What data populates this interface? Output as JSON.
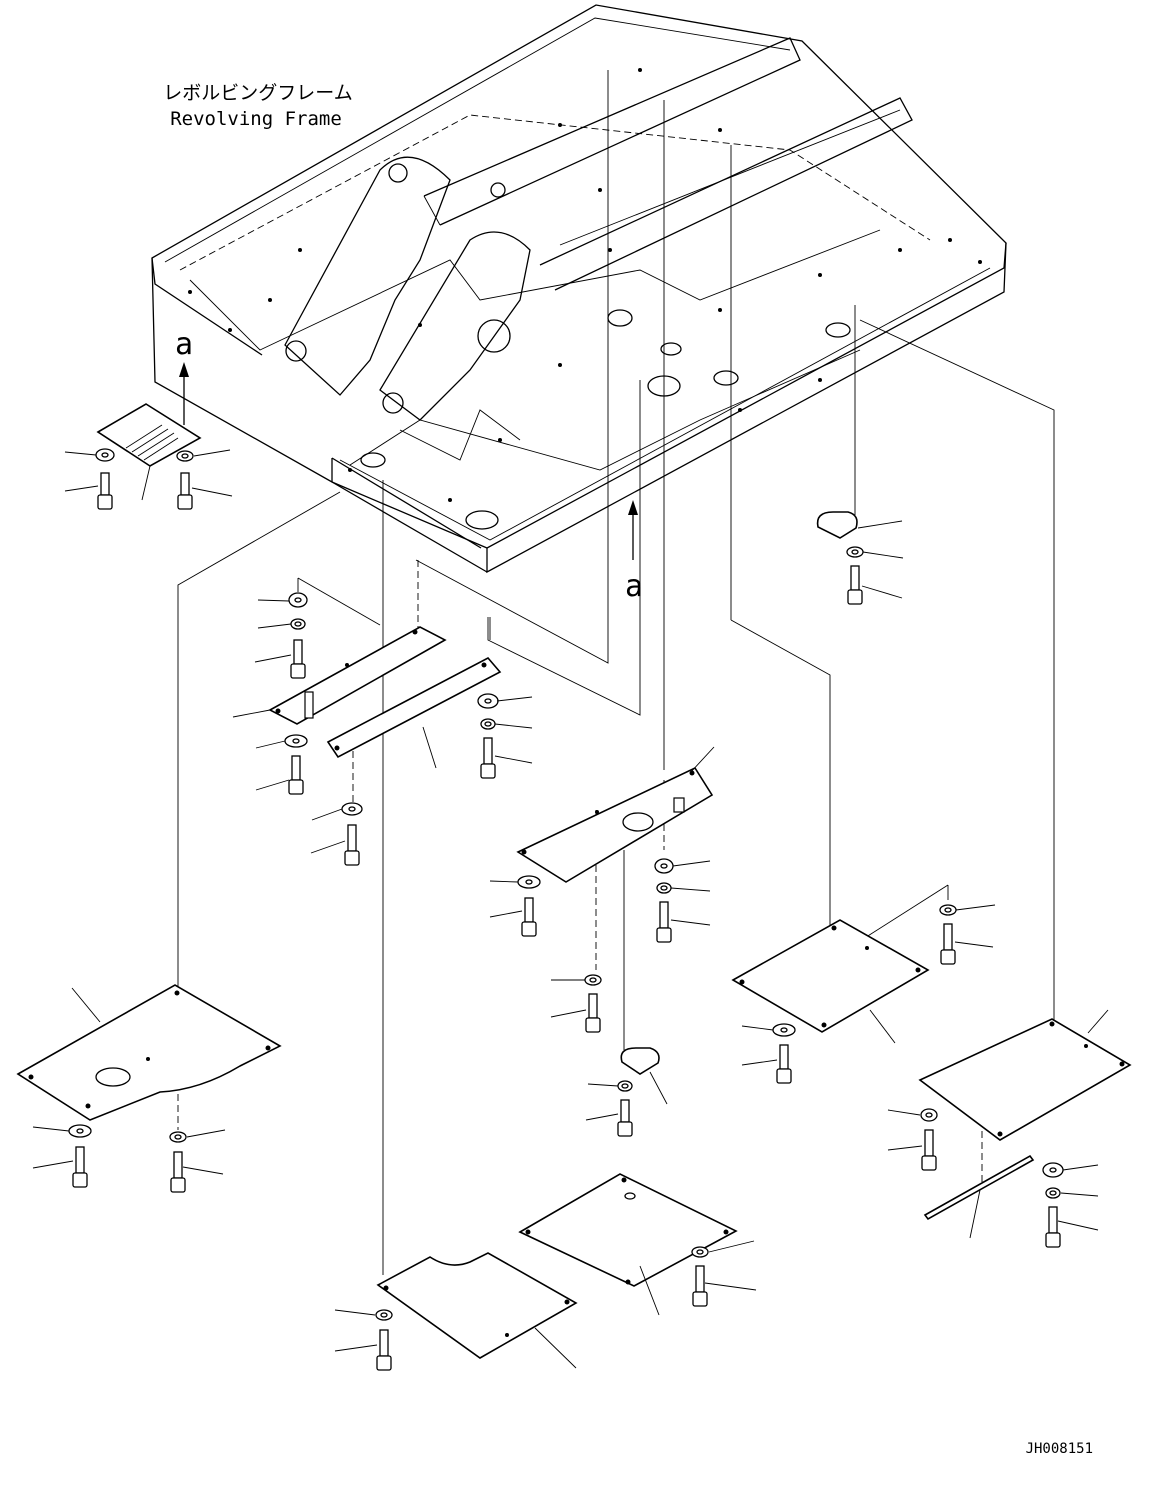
{
  "frame_label": {
    "japanese": "レボルビングフレーム",
    "english": "Revolving Frame"
  },
  "view_markers": {
    "upper": "a",
    "lower": "a"
  },
  "drawing_number": "JH008151"
}
